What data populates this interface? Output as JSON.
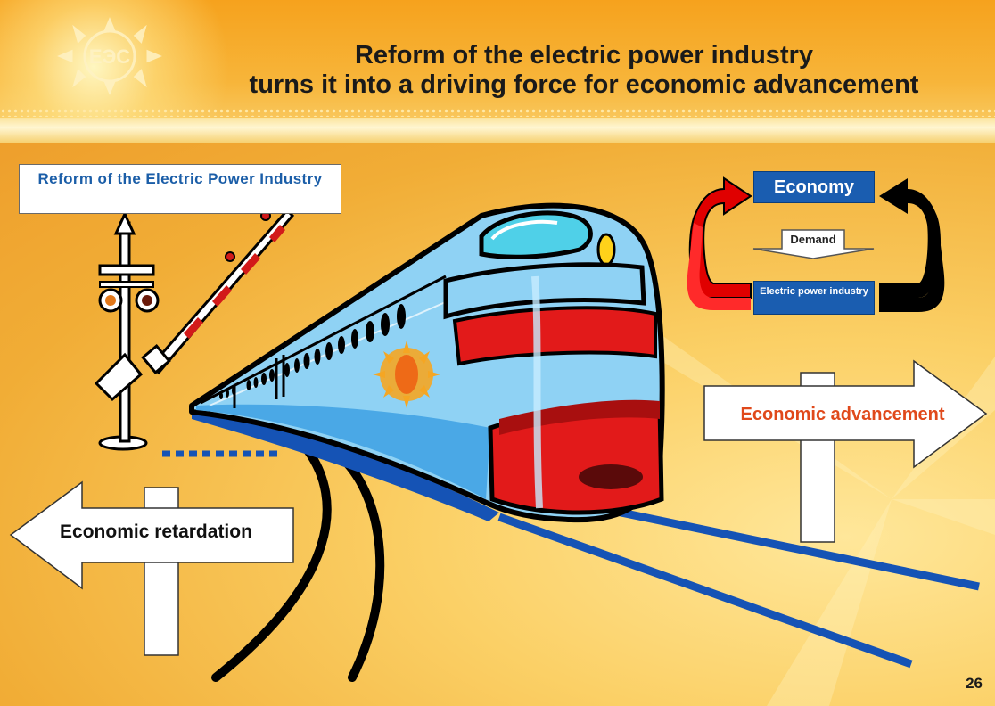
{
  "header": {
    "title_line1": "Reform of the electric power industry",
    "title_line2": "turns it into a driving force for economic advancement",
    "logo_text": "ЕЭС"
  },
  "reform_box": {
    "label": "Reform of the Electric Power Industry"
  },
  "cycle_diagram": {
    "economy_label": "Economy",
    "demand_label": "Demand",
    "electric_power_label": "Electric power industry"
  },
  "signs": {
    "advancement_label": "Economic advancement",
    "retardation_label": "Economic retardation"
  },
  "footer": {
    "page_number": "26"
  },
  "colors": {
    "accent_blue": "#1a5db0",
    "title_blue": "#1b5ea8",
    "advancement_orange": "#e0491b",
    "cycle_red": "#e00000",
    "cycle_black": "#000000",
    "train_red": "#e21a1a",
    "train_light_blue": "#8fd2f4",
    "track_blue": "#1553b5"
  }
}
